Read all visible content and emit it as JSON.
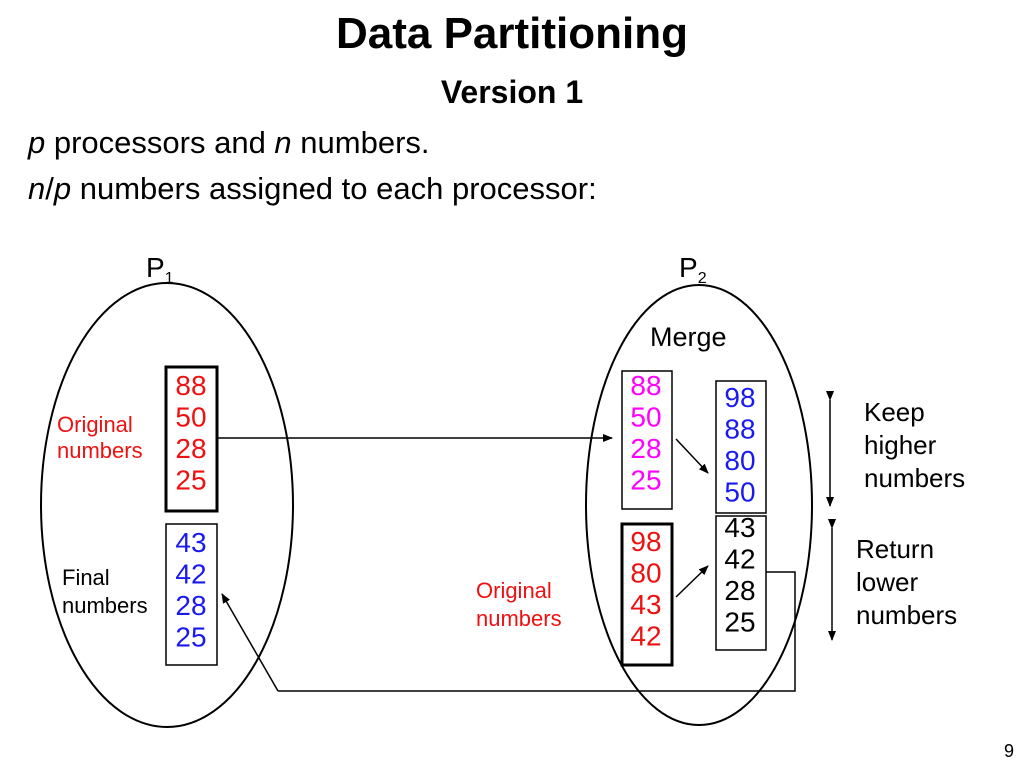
{
  "slide": {
    "title": "Data Partitioning",
    "subtitle": "Version 1",
    "line1": {
      "v1": "p",
      "t1": " processors and ",
      "v2": "n",
      "t2": " numbers."
    },
    "line2": {
      "v1": "n",
      "slash": "/",
      "v2": "p",
      "t1": " numbers assigned to each processor:"
    },
    "page_number": "9"
  },
  "diagram": {
    "p1": {
      "letter": "P",
      "sub": "1"
    },
    "p2": {
      "letter": "P",
      "sub": "2"
    },
    "merge_label": "Merge",
    "p1_original_label": [
      "Original",
      "numbers"
    ],
    "p1_final_label": [
      "Final",
      "numbers"
    ],
    "p2_original_label": [
      "Original",
      "numbers"
    ],
    "keep_label": [
      "Keep",
      "higher",
      "numbers"
    ],
    "return_label": [
      "Return",
      "lower",
      "numbers"
    ],
    "p1_original": [
      "88",
      "50",
      "28",
      "25"
    ],
    "p1_final": [
      "43",
      "42",
      "28",
      "25"
    ],
    "p2_received": [
      "88",
      "50",
      "28",
      "25"
    ],
    "p2_original": [
      "98",
      "80",
      "43",
      "42"
    ],
    "merged_high": [
      "98",
      "88",
      "80",
      "50"
    ],
    "merged_low": [
      "43",
      "42",
      "28",
      "25"
    ],
    "colors": {
      "red": "#ee1111",
      "blue": "#1a1aee",
      "magenta": "#ff00ff",
      "black": "#000000"
    }
  }
}
